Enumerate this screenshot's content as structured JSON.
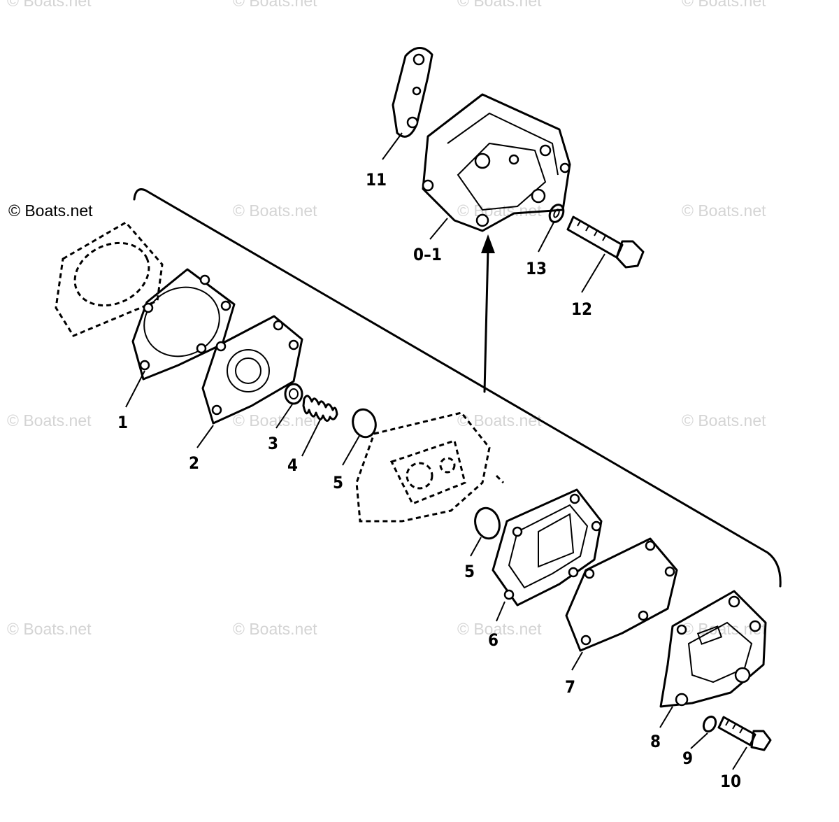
{
  "copyright": "© Boats.net",
  "watermark": "© Boats.net",
  "callouts": {
    "c1": "1",
    "c2": "2",
    "c3": "3",
    "c4": "4",
    "c5a": "5",
    "c5b": "5",
    "c6": "6",
    "c7": "7",
    "c8": "8",
    "c9": "9",
    "c10": "10",
    "c11": "11",
    "c12": "12",
    "c13": "13",
    "c01": "0–1"
  }
}
